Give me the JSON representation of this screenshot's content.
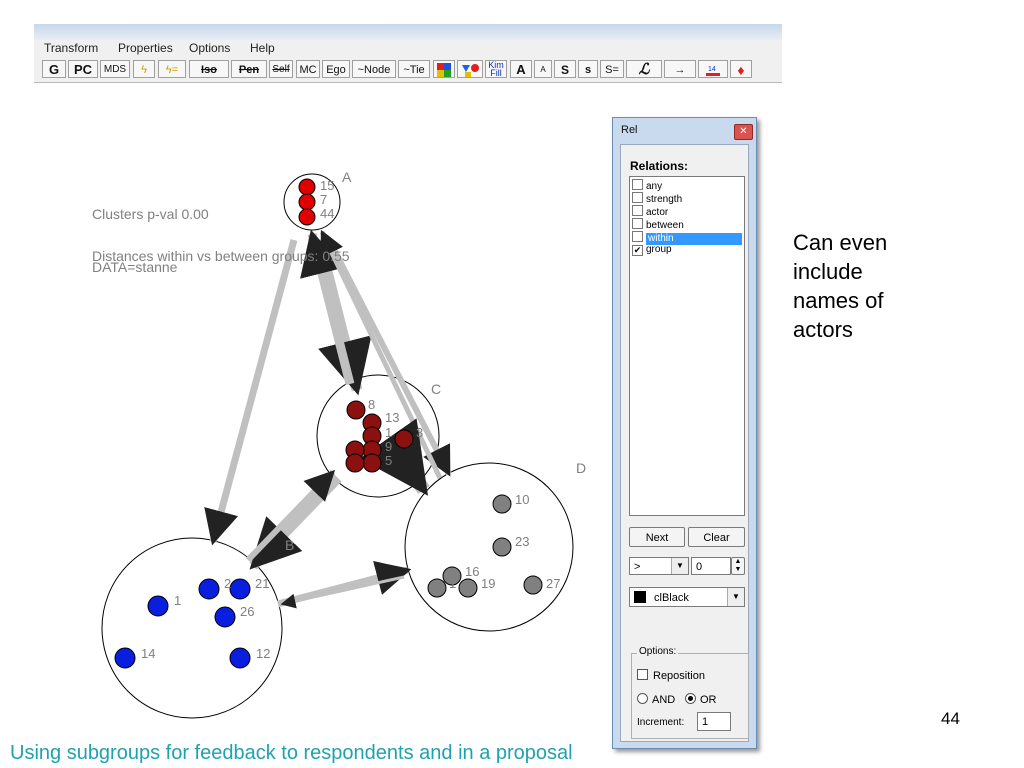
{
  "menu": [
    "Transform",
    "Properties",
    "Options",
    "Help"
  ],
  "toolbar": {
    "g": "G",
    "pc": "PC",
    "mds": "MDS",
    "iso": "Iso",
    "pen": "Pen",
    "self": "Self",
    "mc": "MC",
    "ego": "Ego",
    "node": "~Node",
    "tie": "~Tie",
    "kim": "Kim",
    "fill": "Fill",
    "a_big": "A",
    "a_small": "A",
    "s_big": "S",
    "s_small": "s",
    "s_eq": "S=",
    "arrow": "→"
  },
  "graph": {
    "stat_clusters": "Clusters p-val   0.00",
    "stat_distances": "Distances within vs between groups:   0.55",
    "data_line": "DATA=stanne",
    "groups": {
      "a": "A",
      "b": "B",
      "c": "C",
      "d": "D"
    },
    "node_labels": {
      "n15": "15",
      "n7": "7",
      "n44": "44",
      "n8": "8",
      "n13": "13",
      "n1x": "1",
      "n3": "3",
      "n9": "9",
      "n5": "5",
      "n10": "10",
      "n23": "23",
      "n16": "16",
      "n1d": "1",
      "n19": "19",
      "n27": "27",
      "n1": "1",
      "n2": "2",
      "n21": "21",
      "n26": "26",
      "n14": "14",
      "n12": "12"
    }
  },
  "dialog": {
    "title": "Rel",
    "close": "✕",
    "relations_label": "Relations:",
    "relations": [
      {
        "label": "any",
        "checked": false
      },
      {
        "label": "strength",
        "checked": false
      },
      {
        "label": "actor",
        "checked": false
      },
      {
        "label": "between",
        "checked": false
      },
      {
        "label": "within",
        "checked": false
      },
      {
        "label": "group",
        "checked": true
      }
    ],
    "next": "Next",
    "clear": "Clear",
    "operator": ">",
    "value": "0",
    "color": "clBlack",
    "options_label": "Options:",
    "reposition": "Reposition",
    "and": "AND",
    "or": "OR",
    "increment_label": "Increment:",
    "increment_value": "1"
  },
  "sidetext": "Can even include names of actors",
  "page_number": "44",
  "caption": "Using subgroups for feedback to respondents and in a proposal",
  "colors": {
    "red": "#e00000",
    "darkred": "#8b1010",
    "blue": "#0a1ee0",
    "gray": "#808080",
    "caption": "#1fa2b0"
  }
}
